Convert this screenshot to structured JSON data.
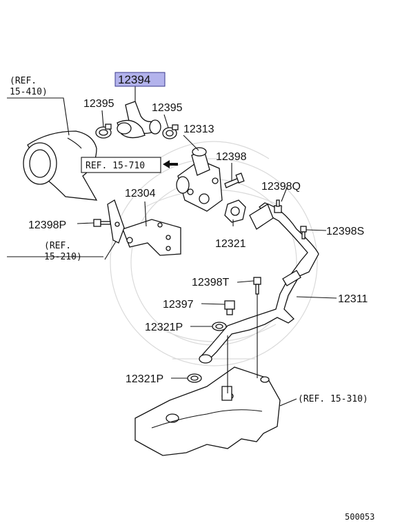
{
  "diagram": {
    "highlight_color": "#b3b3ec",
    "labels": {
      "p12394": "12394",
      "p12395_left": "12395",
      "p12395_right": "12395",
      "p12313": "12313",
      "p12398": "12398",
      "p12398q": "12398Q",
      "p12304": "12304",
      "p12398p": "12398P",
      "p12321": "12321",
      "p12398s": "12398S",
      "p12398t": "12398T",
      "p12311": "12311",
      "p12397": "12397",
      "p12321p_upper": "12321P",
      "p12321p_lower": "12321P"
    },
    "refs": {
      "r15_410_line1": "(REF.",
      "r15_410_line2": "15-410)",
      "r15_710": "REF. 15-710",
      "r15_210_line1": "(REF.",
      "r15_210_line2": "15-210)",
      "r15_310": "(REF. 15-310)"
    },
    "figure_number": "500053",
    "icons": [
      "arrow-left-icon"
    ]
  }
}
